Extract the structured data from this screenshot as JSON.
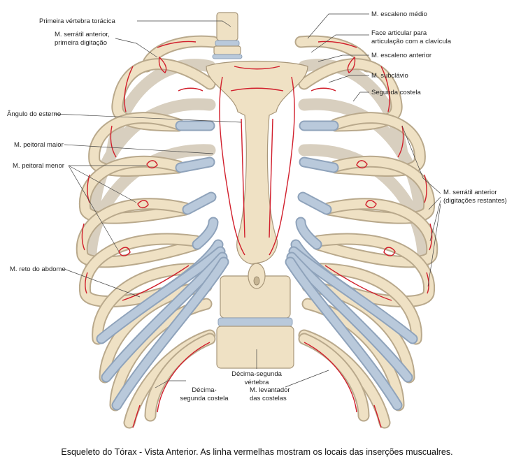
{
  "labels": {
    "primeira_vertebra": "Primeira vértebra torácica",
    "serratil_primeira_l1": "M. serrátil anterior,",
    "serratil_primeira_l2": "primeira digitação",
    "angulo_esterno": "Ângulo do esterno",
    "peitoral_maior": "M. peitoral maior",
    "peitoral_menor": "M. peitoral menor",
    "reto_abdome": "M. reto do abdome",
    "escaleno_medio": "M. escaleno médio",
    "face_articular_l1": "Face articular para",
    "face_articular_l2": "articulação com a clavícula",
    "escaleno_anterior": "M. escaleno anterior",
    "subclavio": "M. subclávio",
    "segunda_costela": "Segunda costela",
    "serratil_restantes_l1": "M. serrátil anterior",
    "serratil_restantes_l2": "(digitações restantes)",
    "decima_segunda_vertebra_l1": "Décima-segunda",
    "decima_segunda_vertebra_l2": "vértebra",
    "decima_segunda_costela_l1": "Décima-",
    "decima_segunda_costela_l2": "segunda costela",
    "levantador_l1": "M. levantador",
    "levantador_l2": "das costelas"
  },
  "caption": "Esqueleto do Tórax - Vista Anterior. As linha vermelhas mostram os locais das inserções muscualres.",
  "colors": {
    "bone": "#efe1c4",
    "bone_edge": "#b9a98c",
    "cartilage": "#b9c9db",
    "insertion_line": "#d11f2c"
  }
}
